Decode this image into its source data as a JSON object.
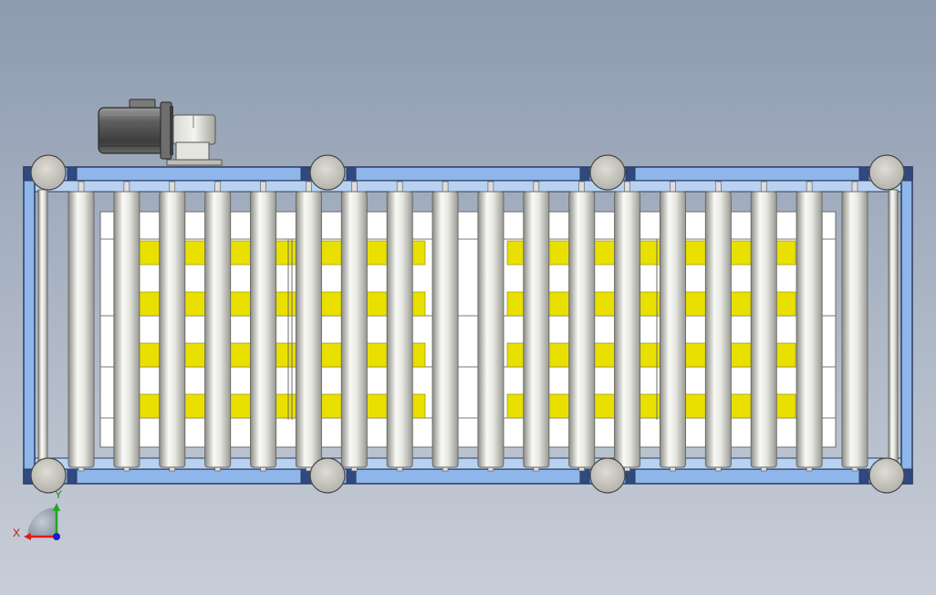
{
  "viewport": {
    "background_top": "#8d9bb0",
    "background_bottom": "#c8ced8"
  },
  "colors": {
    "frame": "#8fb6ea",
    "frame_dark": "#2a3c63",
    "frame_block": "#304a80",
    "roller_light": "#f8f8f5",
    "roller_mid": "#d9d9d3",
    "roller_dark": "#8e8e88",
    "foot": "#c9c8c0",
    "pallet": "#ffffff",
    "load_accent": "#e9e000",
    "motor": "#5a5a5a",
    "gearbox": "#c4c4bc"
  },
  "conveyor": {
    "roller_count": 18,
    "foot_count": 8,
    "frame_sections": 3
  },
  "icons": {
    "motor": "drive-motor-icon",
    "gearbox": "gearbox-icon",
    "triad": "axis-triad-icon"
  },
  "triad": {
    "x_label": "X",
    "y_label": "Y",
    "x_color": "#e01a1a",
    "y_color": "#1aaa1a",
    "z_color": "#1a1ad0"
  }
}
